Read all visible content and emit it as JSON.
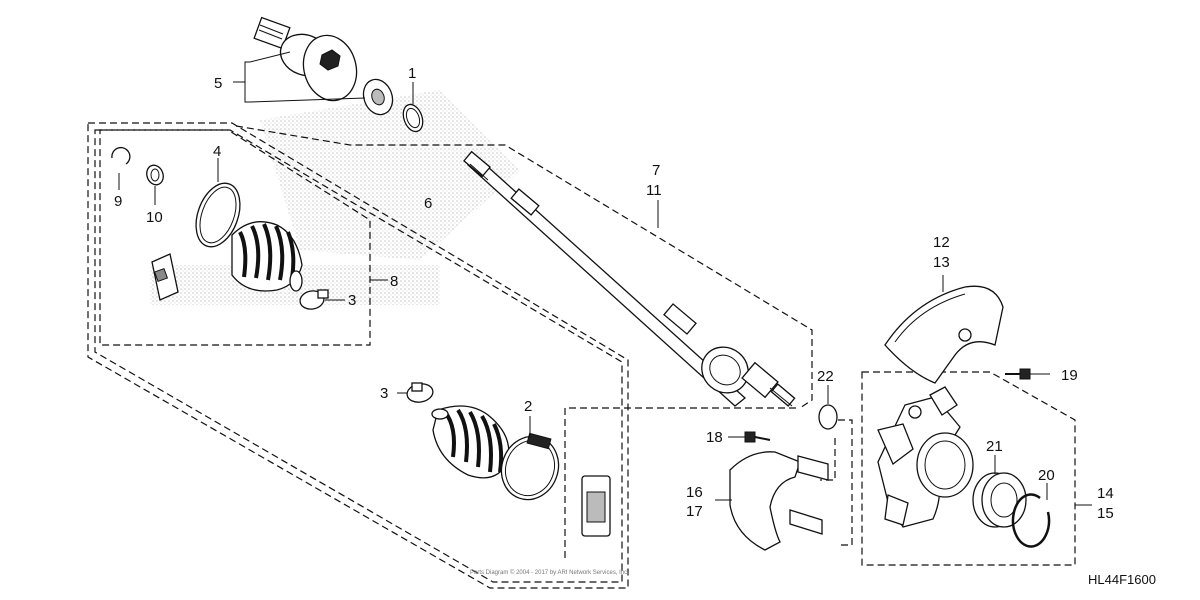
{
  "diagram": {
    "code": "HL44F1600",
    "copyright": "Parts Diagram © 2004 - 2017 by ARI Network Services, Inc.",
    "callouts": {
      "c1": "1",
      "c2": "2",
      "c3a": "3",
      "c3b": "3",
      "c4": "4",
      "c5": "5",
      "c6": "6",
      "c7": "7",
      "c8": "8",
      "c9": "9",
      "c10": "10",
      "c11": "11",
      "c12": "12",
      "c13": "13",
      "c14": "14",
      "c15": "15",
      "c16": "16",
      "c17": "17",
      "c18": "18",
      "c19": "19",
      "c20": "20",
      "c21": "21",
      "c22": "22"
    }
  }
}
